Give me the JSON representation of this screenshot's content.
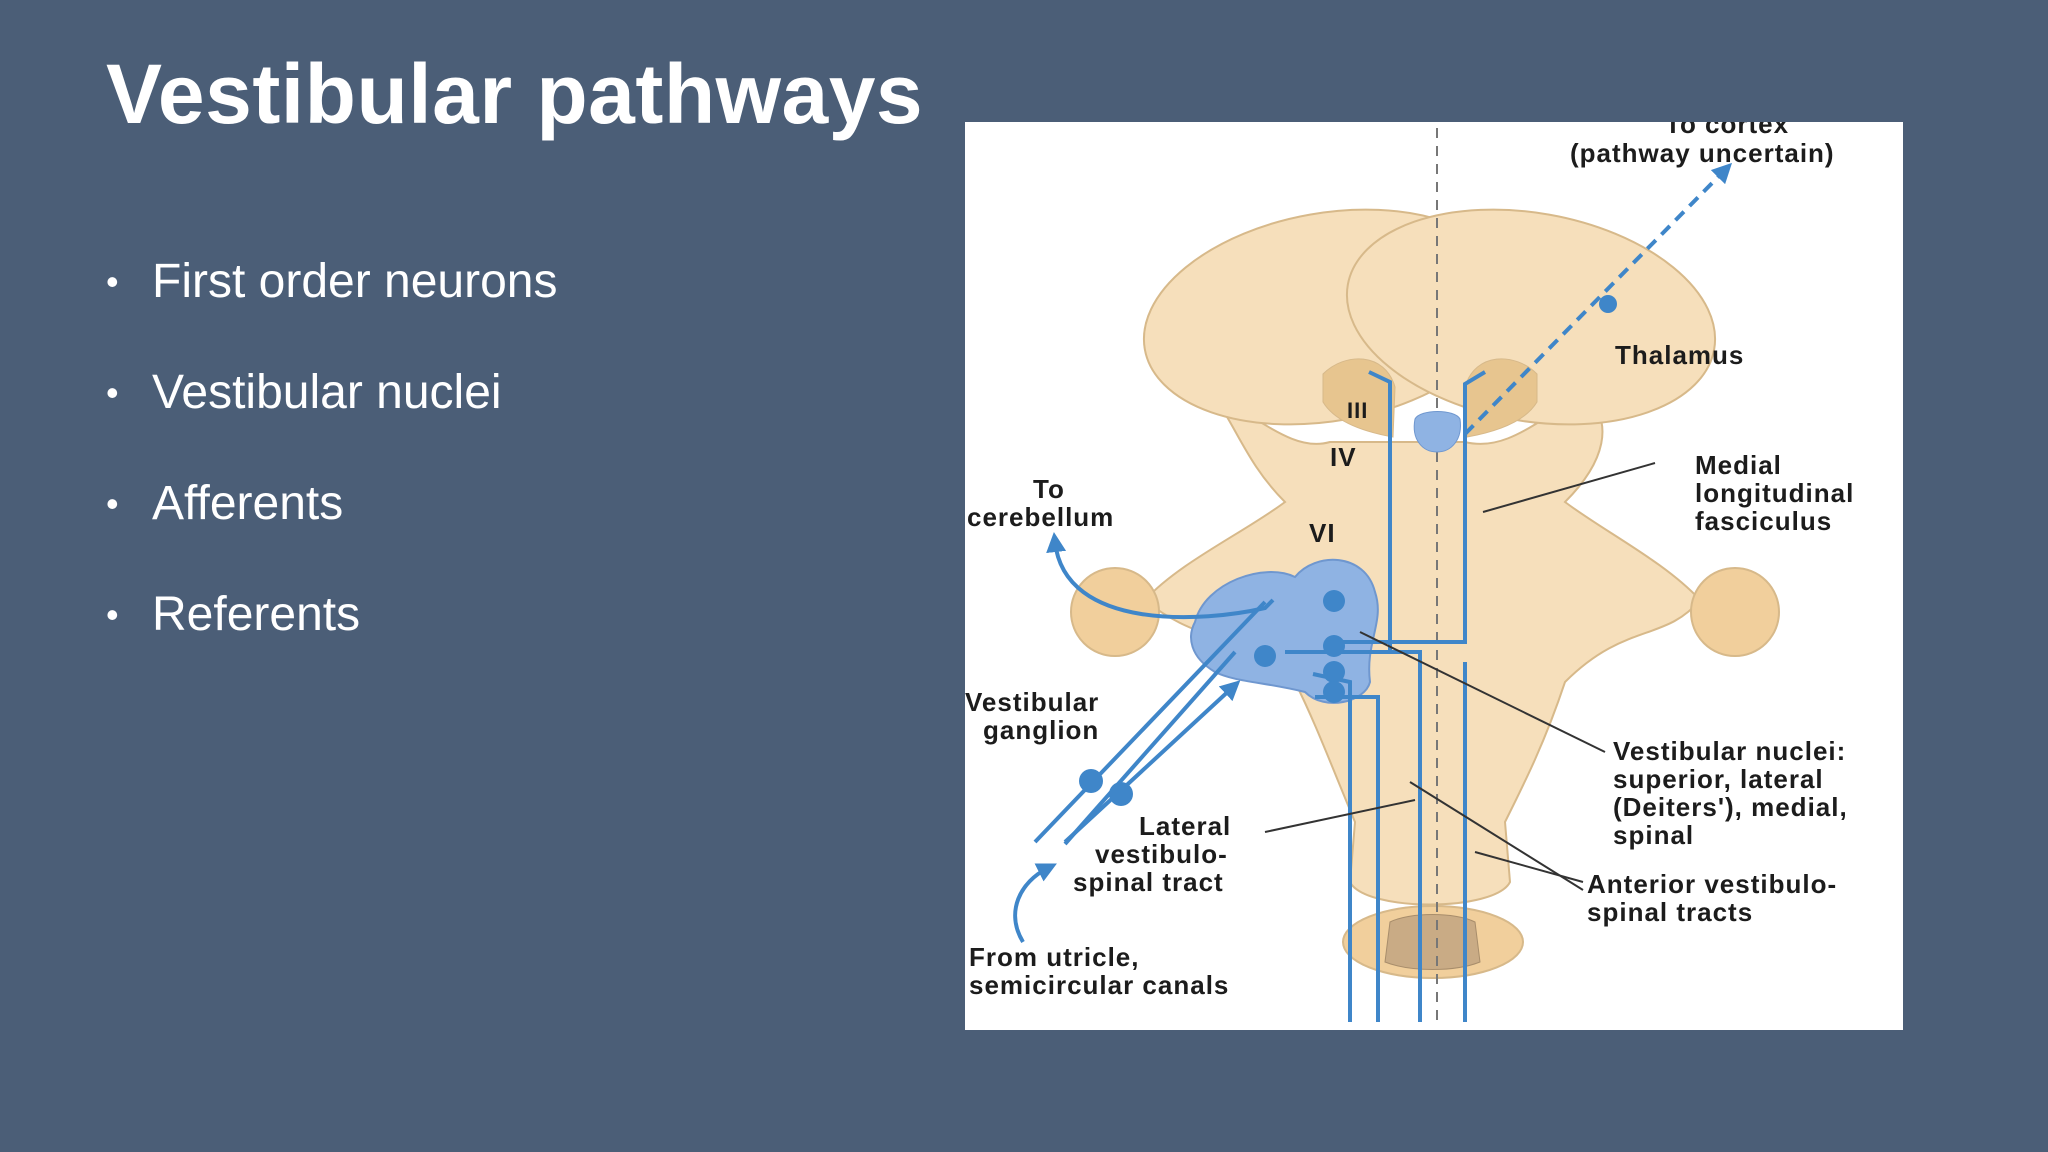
{
  "slide": {
    "title": "Vestibular pathways",
    "bullets": [
      "First order neurons",
      "Vestibular nuclei",
      "Afferents",
      "Referents"
    ]
  },
  "diagram": {
    "labels": {
      "to_cortex": "To cortex",
      "pathway_uncertain": "(pathway uncertain)",
      "thalamus": "Thalamus",
      "nucleus_iii": "III",
      "nucleus_iv": "IV",
      "nucleus_vi": "VI",
      "to": "To",
      "cerebellum": "cerebellum",
      "mlf_1": "Medial",
      "mlf_2": "longitudinal",
      "mlf_3": "fasciculus",
      "vg_1": "Vestibular",
      "vg_2": "ganglion",
      "vn_1": "Vestibular nuclei:",
      "vn_2": "superior, lateral",
      "vn_3": "(Deiters'), medial,",
      "vn_4": "spinal",
      "lvst_1": "Lateral",
      "lvst_2": "vestibulo-",
      "lvst_3": "spinal tract",
      "avst_1": "Anterior vestibulo-",
      "avst_2": "spinal tracts",
      "from_1": "From utricle,",
      "from_2": "semicircular canals"
    },
    "colors": {
      "tissue": "#f6dfbb",
      "tissue_outline": "#d7b98a",
      "nucleus_fill": "#8fb3e3",
      "pathway": "#3f86c9",
      "dark_tissue": "#e7c58f"
    }
  }
}
